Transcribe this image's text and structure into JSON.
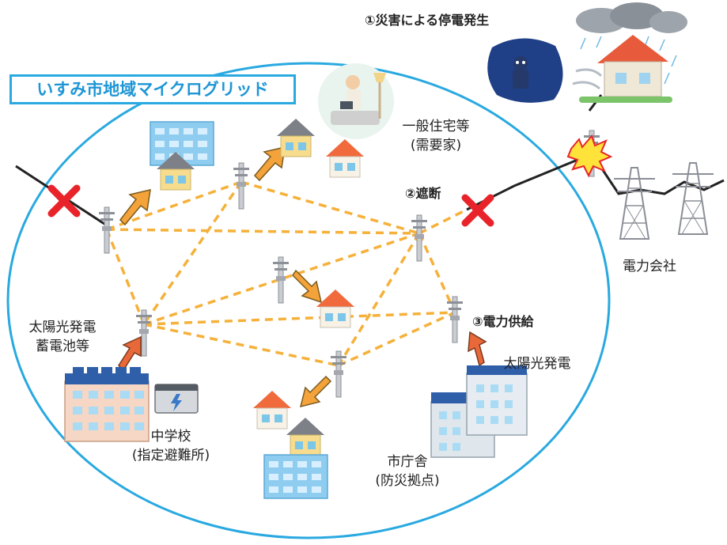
{
  "title": "いすみ市地域マイクログリッド",
  "steps": {
    "outage": "①災害による停電発生",
    "cutoff": "②遮断",
    "supply": "③電力供給"
  },
  "labels": {
    "homes_line1": "一般住宅等",
    "homes_line2": "(需要家)",
    "power_company": "電力会社",
    "solar_storage_line1": "太陽光発電",
    "solar_storage_line2": "蓄電池等",
    "school_line1": "中学校",
    "school_line2": "(指定避難所)",
    "solar_cityhall": "太陽光発電",
    "cityhall_line1": "市庁舎",
    "cityhall_line2": "(防災拠点)"
  },
  "colors": {
    "boundary": "#29a9e0",
    "grid_line": "#f5b13a",
    "cut_mark": "#e8242a",
    "arrow_demand": "#f3a33a",
    "arrow_supply": "#e8683a"
  }
}
